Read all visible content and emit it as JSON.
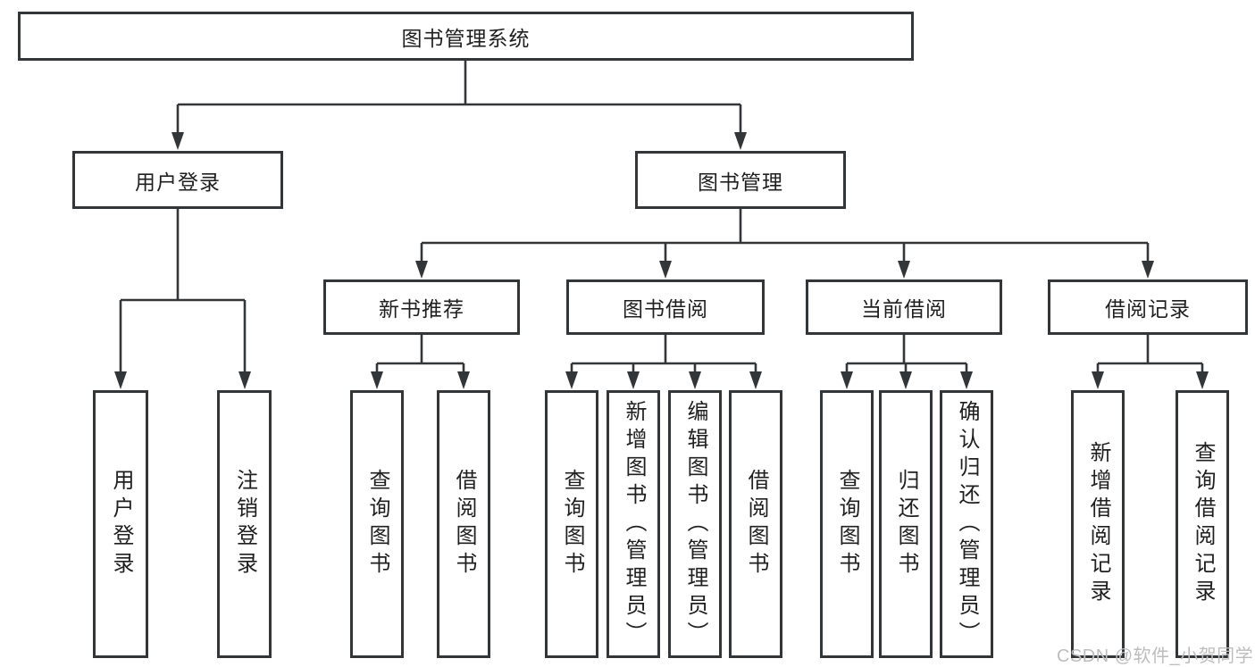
{
  "diagram": {
    "nodes": {
      "root": "图书管理系统",
      "user_login": "用户登录",
      "book_mgmt": "图书管理",
      "new_book": "新书推荐",
      "book_borrow": "图书借阅",
      "current_borrow": "当前借阅",
      "borrow_record": "借阅记录",
      "leaf_user_login": "用户登录",
      "leaf_logout": "注销登录",
      "leaf_nb_query": "查询图书",
      "leaf_nb_borrow": "借阅图书",
      "leaf_bb_query": "查询图书",
      "leaf_bb_add": "新增图书（管理员）",
      "leaf_bb_edit": "编辑图书（管理员）",
      "leaf_bb_borrow": "借阅图书",
      "leaf_cb_query": "查询图书",
      "leaf_cb_return": "归还图书",
      "leaf_cb_confirm": "确认归还（管理员）",
      "leaf_br_add": "新增借阅记录",
      "leaf_br_query": "查询借阅记录"
    },
    "watermark": "CSDN @软件_小贺同学",
    "colors": {
      "line": "#333639",
      "box_border": "#333639",
      "text": "#1f1f1f",
      "watermark": "#bdbdbd",
      "background": "#ffffff"
    }
  }
}
